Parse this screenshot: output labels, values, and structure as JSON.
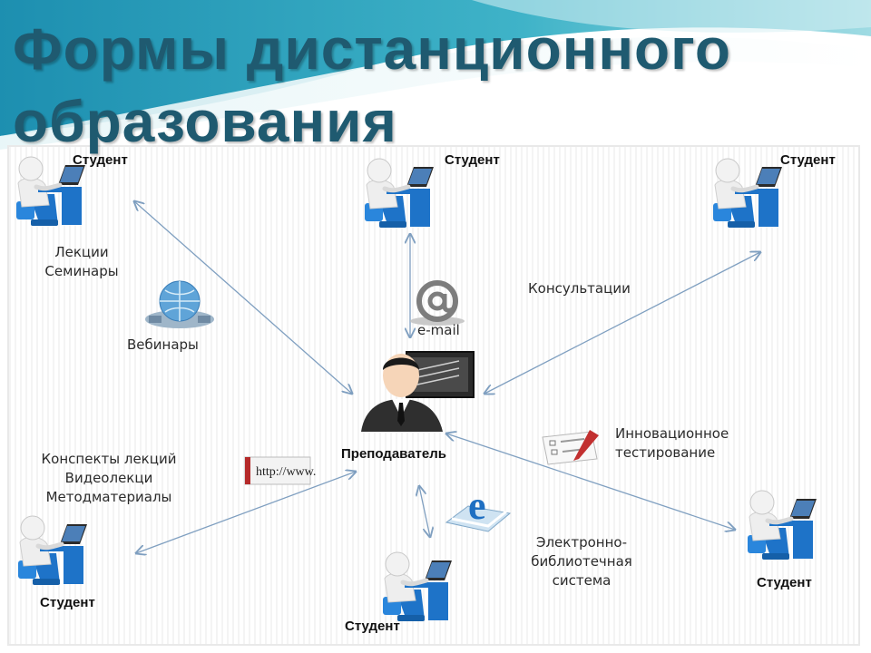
{
  "title": {
    "line1": "Формы дистанционного",
    "line2": "образования"
  },
  "colors": {
    "title": "#1f5a70",
    "arrow": "#7f9fc0",
    "chair": "#1e73c8",
    "banner": "#1f93b0"
  },
  "student_label": "Студент",
  "teacher_label": "Преподаватель",
  "labels": {
    "lectures": "Лекции",
    "seminars": "Семинары",
    "webinars": "Вебинары",
    "email": "e-mail",
    "consultations": "Консультации",
    "notes_line1": "Конспекты лекций",
    "notes_line2": "Видеолекци",
    "notes_line3": "Методматериалы",
    "http": "http://www.",
    "testing_line1": "Инновационное",
    "testing_line2": "тестирование",
    "elib_line1": "Электронно-",
    "elib_line2": "библиотечная",
    "elib_line3": "система"
  },
  "icons": [
    "student-icon",
    "teacher-icon",
    "webinar-globe-icon",
    "email-at-icon",
    "http-banner-icon",
    "test-checklist-icon",
    "e-library-icon"
  ]
}
